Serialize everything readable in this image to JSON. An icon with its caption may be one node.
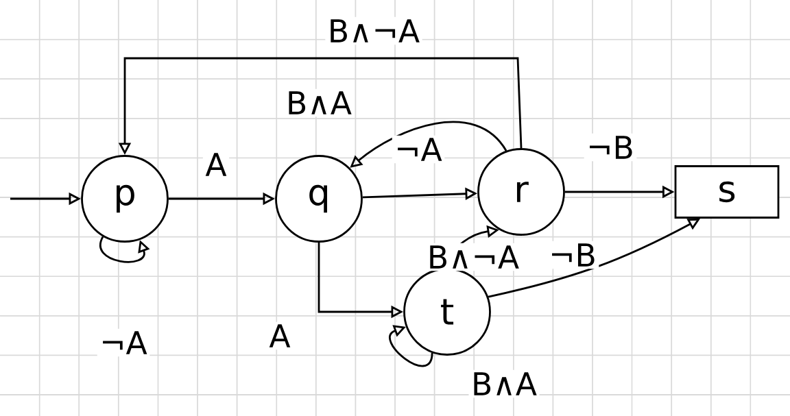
{
  "diagram": {
    "nodes": [
      {
        "text": [
          "p"
        ]
      },
      {
        "text": [
          "q"
        ]
      },
      {
        "text": [
          "r"
        ]
      },
      {
        "text": [
          "s"
        ]
      },
      {
        "text": [
          "t"
        ]
      }
    ],
    "edges": [
      {
        "from": null,
        "to": 0,
        "arrow": "to"
      },
      {
        "from": 0,
        "to": 0,
        "arrow": "to",
        "label": "¬A"
      },
      {
        "from": 0,
        "to": 1,
        "arrow": "to",
        "label": "A"
      },
      {
        "from": 1,
        "to": 2,
        "arrow": "to",
        "label": "¬A"
      },
      {
        "from": 1,
        "to": 4,
        "arrow": "to",
        "label": "A"
      },
      {
        "from": 2,
        "to": 1,
        "arrow": "to",
        "label": "B∧A"
      },
      {
        "from": 2,
        "to": 0,
        "arrow": "to",
        "label": "B∧¬A"
      },
      {
        "from": 2,
        "to": 3,
        "arrow": "to",
        "label": "¬B"
      },
      {
        "from": 4,
        "to": 2,
        "arrow": "to",
        "label": "B∧¬A"
      },
      {
        "from": 4,
        "to": 3,
        "arrow": "to",
        "label": "¬B"
      },
      {
        "from": 4,
        "to": 4,
        "arrow": "to",
        "label": "B∧A"
      }
    ]
  }
}
